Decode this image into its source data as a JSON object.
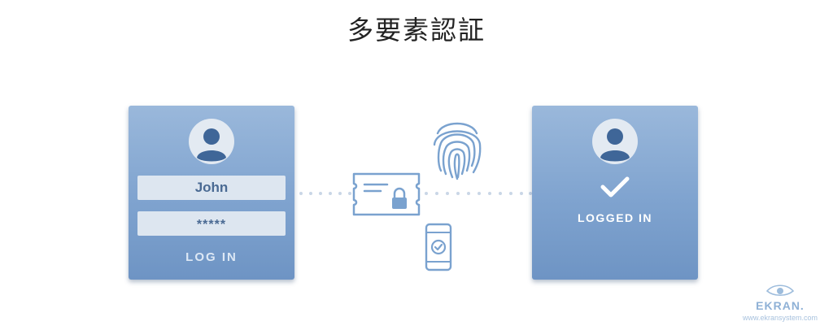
{
  "title": "多要素認証",
  "login_card": {
    "username": "John",
    "password_mask": "*****",
    "button_label": "LOG IN"
  },
  "result_card": {
    "status": "LOGGED IN"
  },
  "factors": [
    "ticket-lock-icon",
    "fingerprint-icon",
    "phone-check-icon"
  ],
  "colors": {
    "card": "#7fa3cf",
    "icon_stroke": "#7aa2cf",
    "field_bg": "#dde6f0",
    "field_text": "#4a6a93"
  },
  "logo": {
    "brand": "EKRAN.",
    "url": "www.ekransystem.com"
  }
}
